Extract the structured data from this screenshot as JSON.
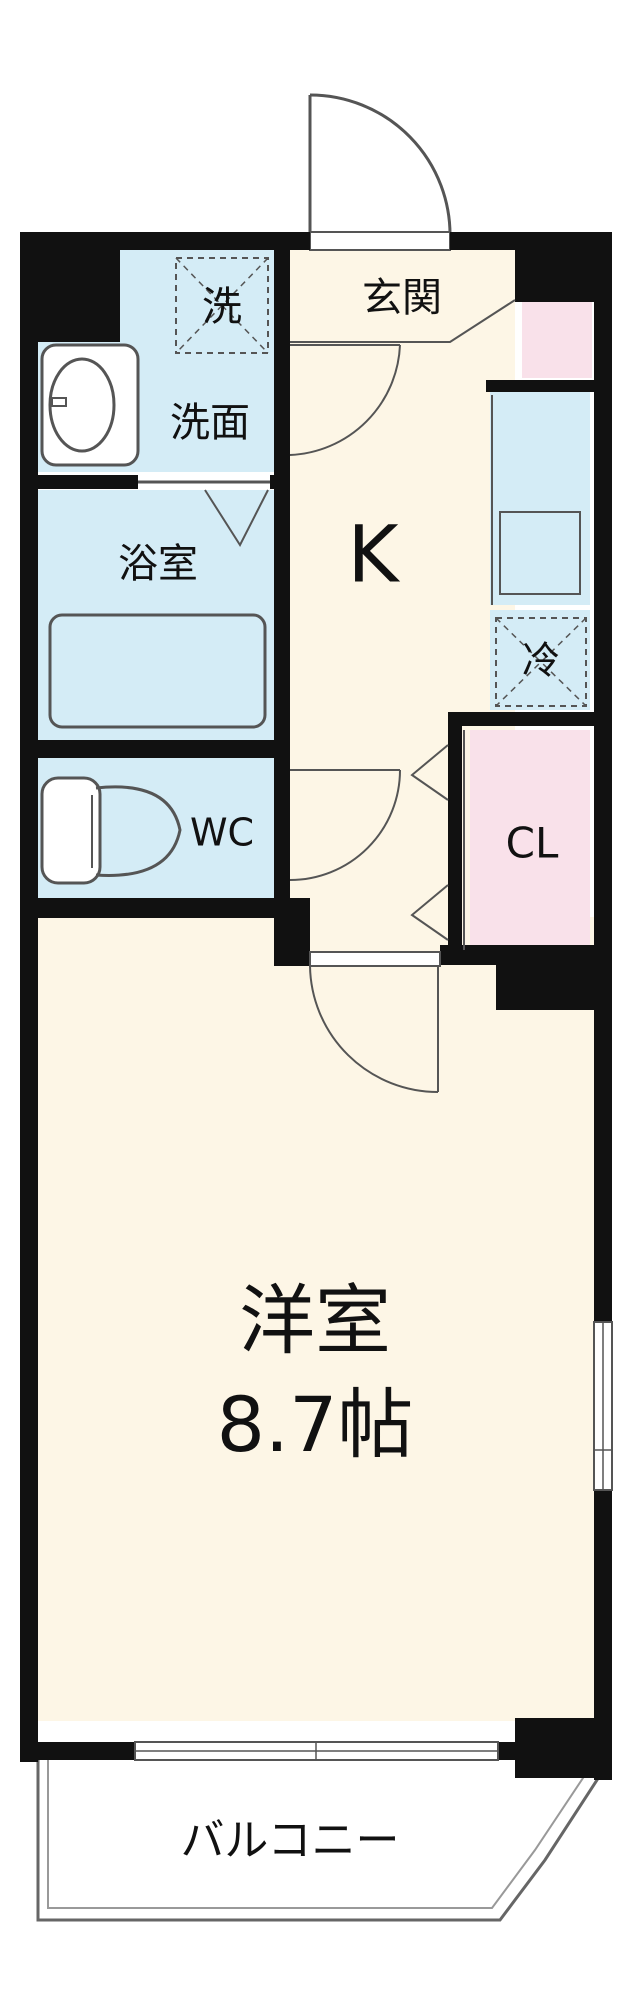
{
  "rooms": {
    "entrance": "玄関",
    "washer": "洗",
    "washroom": "洗面",
    "bathroom": "浴室",
    "toilet": "WC",
    "kitchen": "K",
    "fridge": "冷",
    "closet": "CL",
    "western_room": "洋室",
    "western_room_size": "8.7帖",
    "balcony": "バルコニー"
  },
  "colors": {
    "wall": "#111111",
    "wet_area": "#d4ecf6",
    "living": "#fdf6e6",
    "closet": "#f9e1ea",
    "outline": "#555555"
  }
}
